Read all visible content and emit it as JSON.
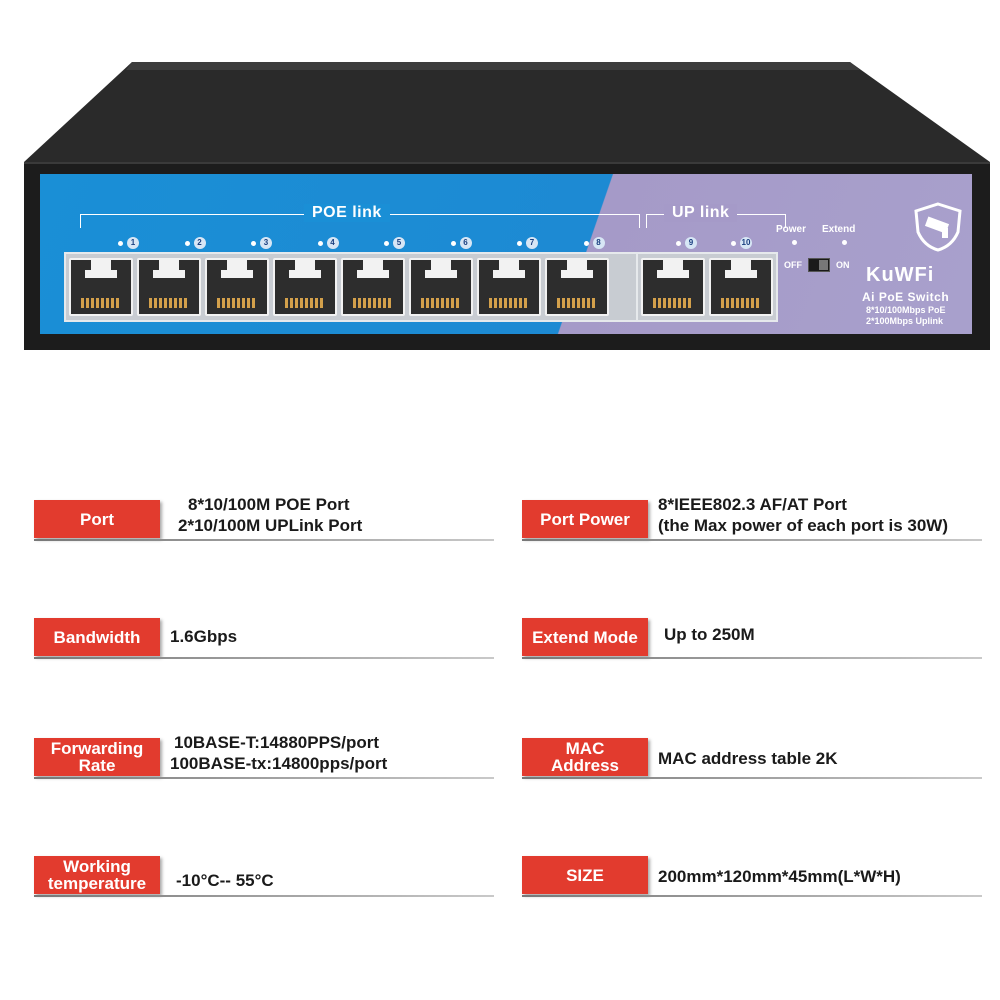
{
  "device": {
    "poe_group_label": "POE link",
    "up_group_label": "UP link",
    "poe_ports": [
      "1",
      "2",
      "3",
      "4",
      "5",
      "6",
      "7",
      "8"
    ],
    "up_ports": [
      "9",
      "10"
    ],
    "power_label": "Power",
    "extend_label": "Extend",
    "switch_off": "OFF",
    "switch_on": "ON",
    "brand": "KuWFi",
    "model": "Ai PoE Switch",
    "desc_line1": "8*10/100Mbps PoE",
    "desc_line2": "2*100Mbps Uplink"
  },
  "specs": {
    "port": {
      "label": "Port",
      "value1": "8*10/100M POE Port",
      "value2": "2*10/100M UPLink Port"
    },
    "port_power": {
      "label": "Port Power",
      "value1": "8*IEEE802.3 AF/AT Port",
      "value2": "(the Max power of each port is 30W)"
    },
    "bandwidth": {
      "label": "Bandwidth",
      "value1": "1.6Gbps"
    },
    "extend_mode": {
      "label": "Extend Mode",
      "value1": "Up to 250M"
    },
    "forwarding_rate": {
      "label1": "Forwarding",
      "label2": "Rate",
      "value1": "10BASE-T:14880PPS/port",
      "value2": "100BASE-tx:14800pps/port"
    },
    "mac_address": {
      "label1": "MAC",
      "label2": "Address",
      "value1": "MAC address table 2K"
    },
    "working_temperature": {
      "label1": "Working",
      "label2": "temperature",
      "value1": "-10°C-- 55°C"
    },
    "size": {
      "label": "SIZE",
      "value1": "200mm*120mm*45mm(L*W*H)"
    }
  },
  "colors": {
    "badge_red": "#e23b2e",
    "panel_blue": "#1a8fd6",
    "panel_lavender": "#a8a0cc",
    "chassis": "#1c1c1c"
  }
}
